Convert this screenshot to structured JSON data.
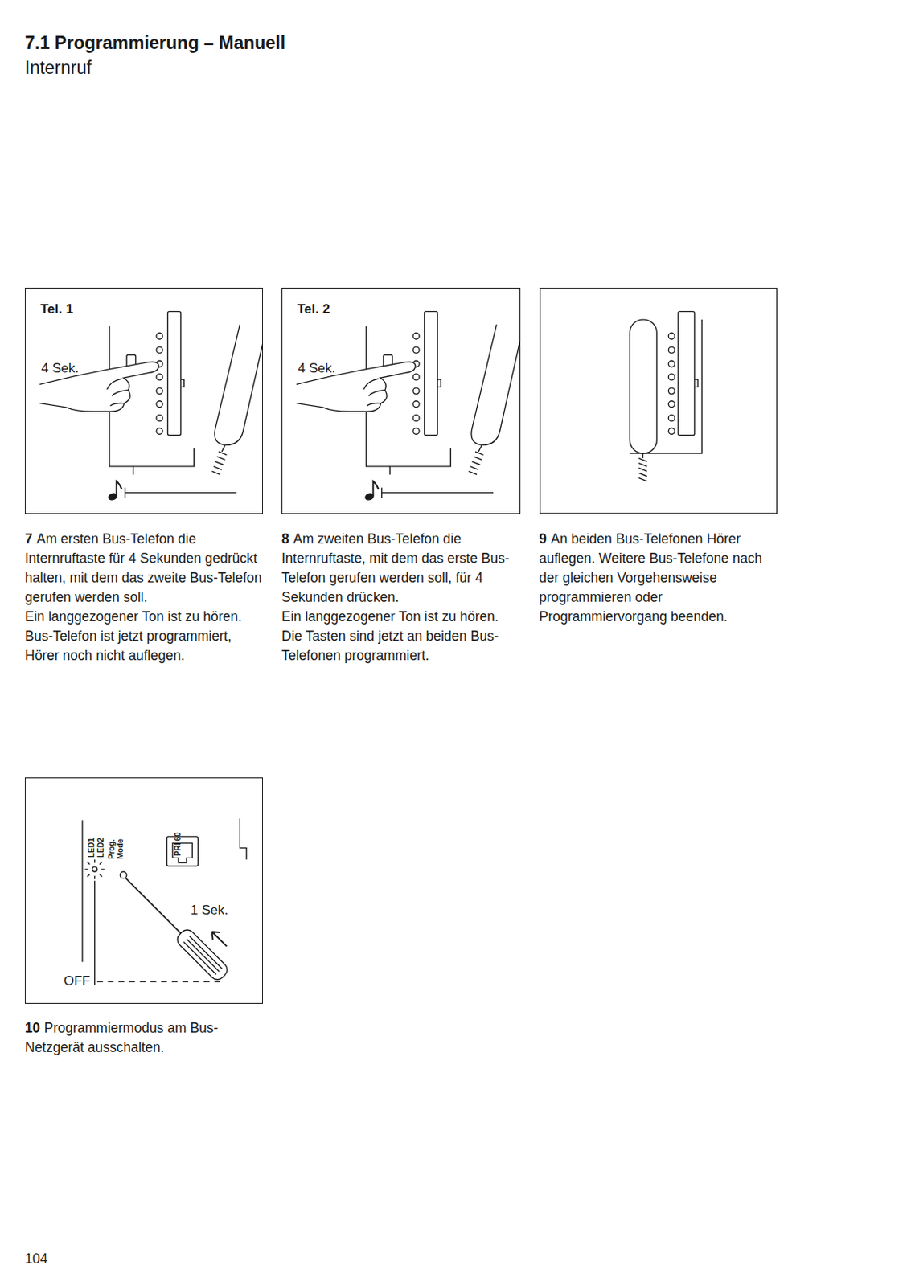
{
  "diagram": {
    "title": "7.1 Programmierung – Manuell",
    "nodes": [
      {
        "text": [
          "Tel. 1",
          "4 Sek."
        ]
      },
      {
        "text": [
          "Tel. 2",
          "4 Sek."
        ]
      },
      {
        "text": [
          "LED1",
          "LED2",
          "Prog. Mode",
          "PRI 60",
          "1 Sek.",
          "OFF"
        ]
      }
    ],
    "labels": [
      "Internruf",
      "7",
      "Am ersten Bus-Telefon die Internruftaste für 4 Sekunden gedrückt halten, mit dem das zweite Bus-Telefon gerufen werden soll.",
      "Ein langgezogener Ton ist zu hören.",
      "Bus-Telefon ist jetzt programmiert, Hörer noch nicht auflegen.",
      "8",
      "Am zweiten Bus-Telefon die Internruftaste, mit dem das erste Bus-Telefon gerufen werden soll, für 4 Sekunden drücken.",
      "Ein langgezogener Ton ist zu hören.",
      "Die Tasten sind jetzt an beiden Bus-Telefonen programmiert.",
      "9",
      "An beiden Bus-Telefonen Hörer auflegen. Weitere Bus-Telefone nach der gleichen Vorgehensweise programmieren oder Programmiervorgang beenden.",
      "10",
      "Programmiermodus am Bus-Netzgerät ausschalten.",
      "104"
    ]
  }
}
